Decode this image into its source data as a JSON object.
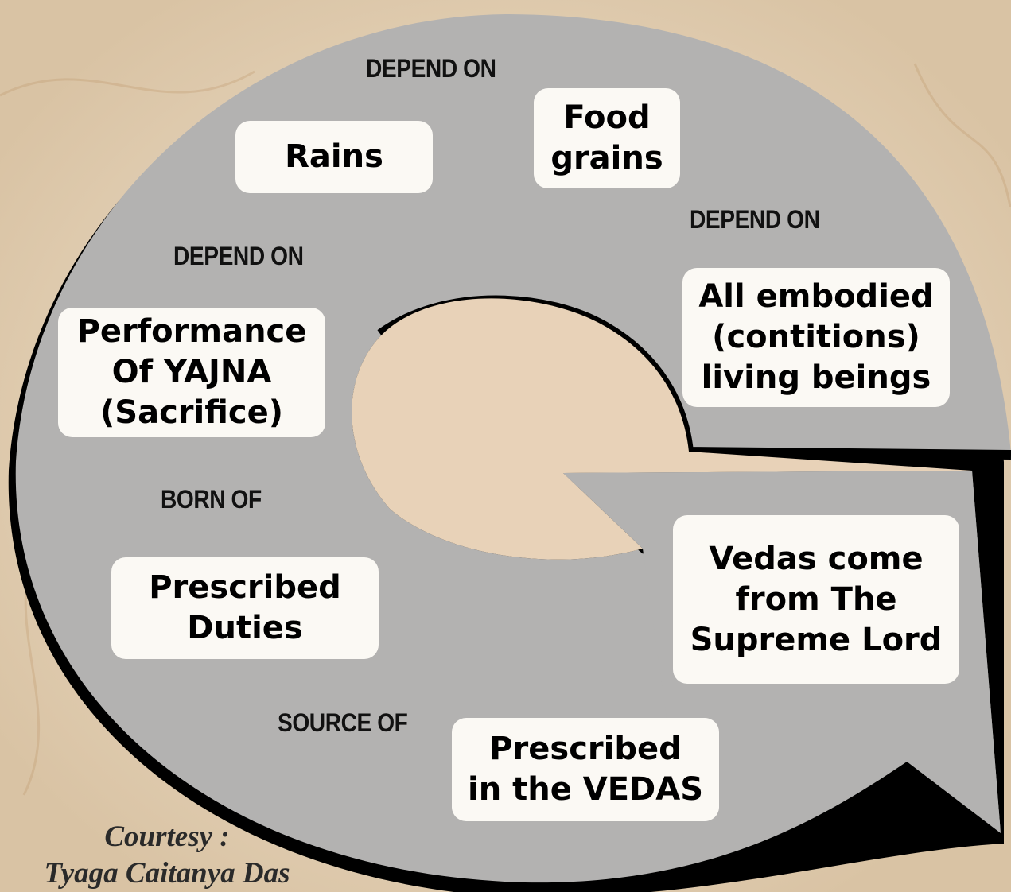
{
  "colors": {
    "background": "#ecdcc6",
    "ring_fill": "#b3b2b1",
    "ring_shadow": "#000000",
    "box_fill": "#fbf9f4"
  },
  "boxes": {
    "rains": "Rains",
    "food_grains": "Food\ngrains",
    "embodied": "All embodied\n(contitions)\nliving beings",
    "vedas_lord": "Vedas come\nfrom The\nSupreme Lord",
    "prescribed_vedas": "Prescribed\nin the VEDAS",
    "prescribed_duties": "Prescribed\nDuties",
    "yajna": "Performance\nOf YAJNA\n(Sacrifice)"
  },
  "connectors": {
    "depend_on_top": "DEPEND ON",
    "depend_on_right": "DEPEND ON",
    "depend_on_left": "DEPEND ON",
    "born_of": "BORN OF",
    "source_of": "SOURCE OF"
  },
  "courtesy": {
    "line1": "Courtesy :",
    "line2": "Tyaga Caitanya Das"
  }
}
